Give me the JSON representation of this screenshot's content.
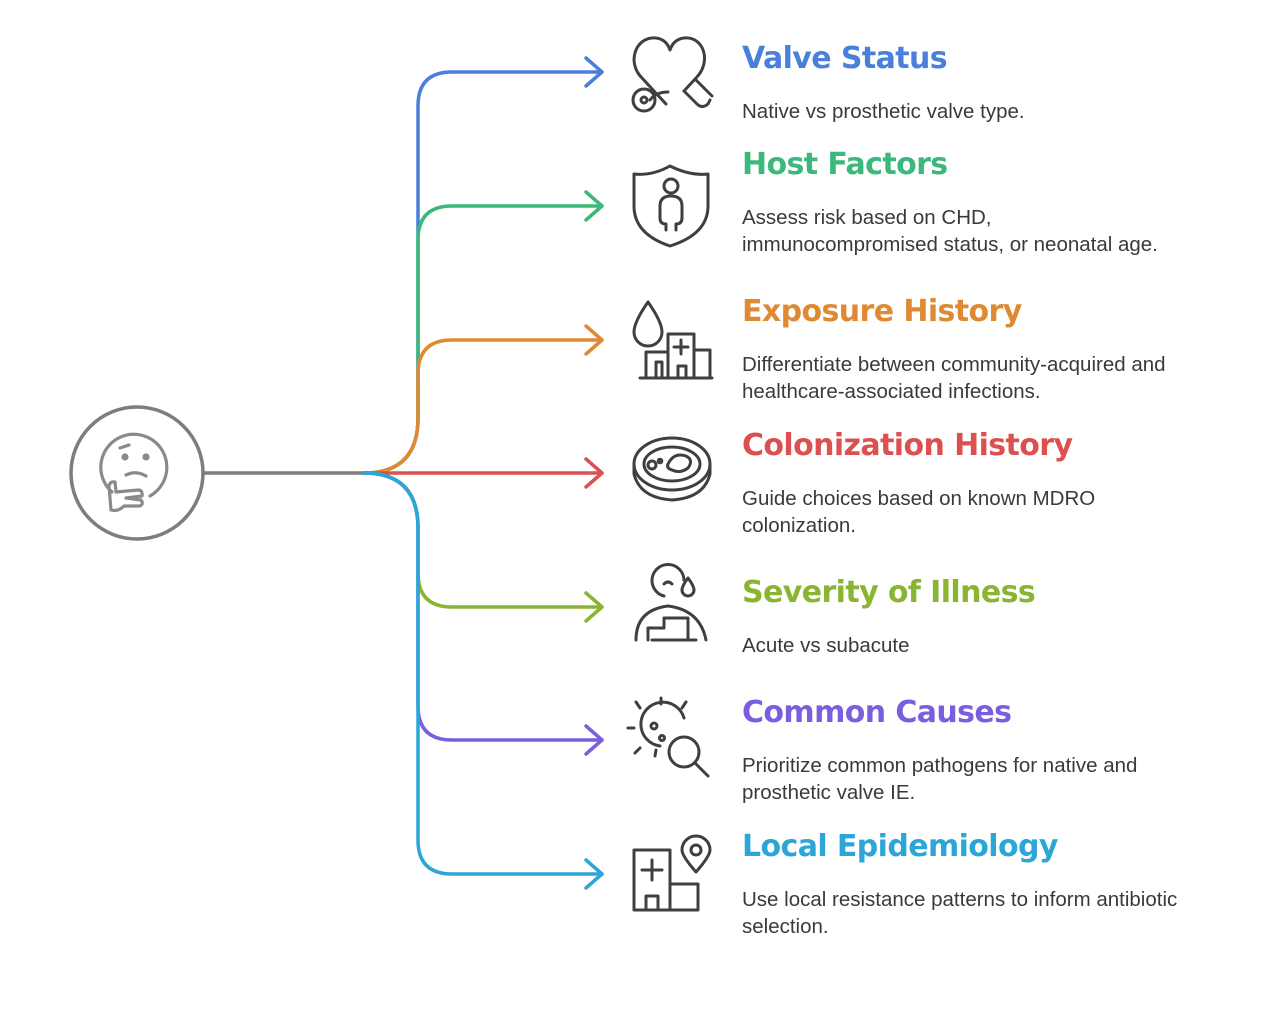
{
  "items": [
    {
      "title": "Valve Status",
      "color": "#4a7fdc",
      "icon": "heart-stethoscope-icon",
      "desc": "Native vs prosthetic valve type."
    },
    {
      "title": "Host Factors",
      "color": "#3bb87a",
      "icon": "shield-person-icon",
      "desc": "Assess risk based on CHD, immunocompromised status, or neonatal age."
    },
    {
      "title": "Exposure History",
      "color": "#df8a32",
      "icon": "blood-drop-hospital-icon",
      "desc": "Differentiate between community-acquired and healthcare-associated infections."
    },
    {
      "title": "Colonization History",
      "color": "#dc5050",
      "icon": "petri-dish-icon",
      "desc": "Guide choices based on known MDRO colonization."
    },
    {
      "title": "Severity of Illness",
      "color": "#8ab532",
      "icon": "patient-tear-icon",
      "desc": "Acute vs subacute"
    },
    {
      "title": "Common Causes",
      "color": "#7b5ee0",
      "icon": "microbe-magnifier-icon",
      "desc": "Prioritize common pathogens for native and prosthetic valve IE."
    },
    {
      "title": "Local Epidemiology",
      "color": "#2ba6d6",
      "icon": "hospital-location-pin-icon",
      "desc": "Use local resistance patterns to inform antibiotic selection."
    }
  ],
  "center": {
    "icon": "thinking-face-icon",
    "color": "#7d7d7d"
  }
}
